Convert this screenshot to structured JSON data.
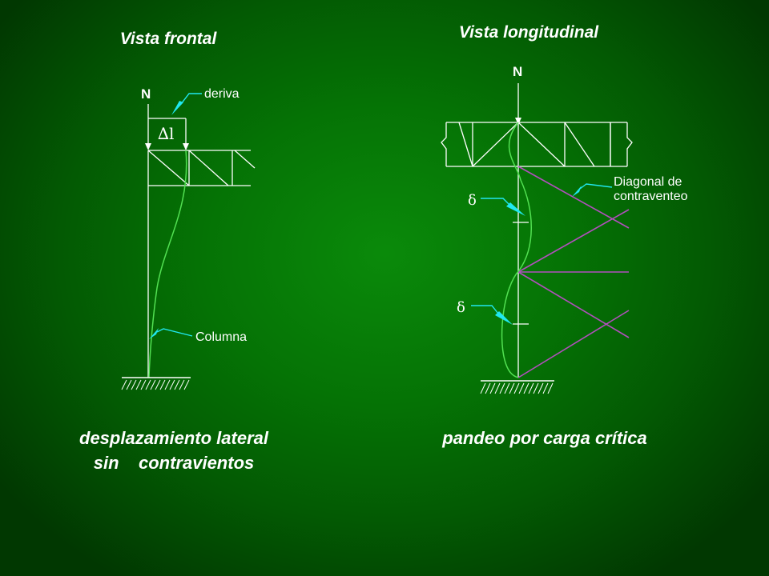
{
  "left_view": {
    "title": "Vista frontal",
    "load_label": "N",
    "drift_label": "deriva",
    "delta_label": "∆l",
    "column_label": "Columna",
    "caption_line1": "desplazamiento lateral",
    "caption_line2": "sin    contravientos"
  },
  "right_view": {
    "title": "Vista longitudinal",
    "load_label": "N",
    "brace_label_line1": "Diagonal de",
    "brace_label_line2": "contraventeo",
    "deflection_label_upper": "δ",
    "deflection_label_lower": "δ",
    "caption": "pandeo por carga crítica"
  },
  "colors": {
    "background": "#057305",
    "structure_lines": "#ffffff",
    "deformed_shape": "#52e052",
    "bracing": "#b24fbe",
    "leader_arrows": "#20e8f0"
  }
}
